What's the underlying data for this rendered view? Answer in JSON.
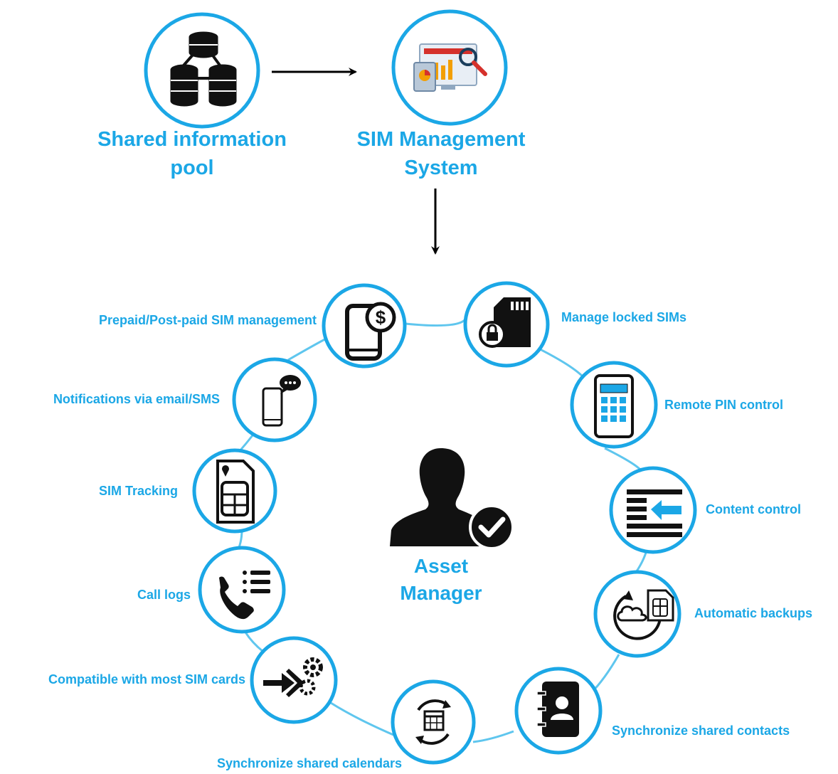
{
  "colors": {
    "accent": "#1ba7e6",
    "ring": "#5fc6ee",
    "icon": "#111111",
    "arrow": "#000000"
  },
  "top": {
    "pool": {
      "label": "Shared information pool",
      "line1": "Shared information",
      "line2": "pool",
      "icon": "database-network-icon"
    },
    "sim_system": {
      "label": "SIM Management System",
      "line1": "SIM Management",
      "line2": "System",
      "icon": "analytics-dashboard-icon"
    }
  },
  "center": {
    "line1": "Asset",
    "line2": "Manager",
    "icon": "verified-user-icon"
  },
  "features": [
    {
      "label": "Prepaid/Post-paid  SIM management",
      "icon": "phone-dollar-icon"
    },
    {
      "label": "Manage locked SIMs",
      "icon": "locked-sim-icon"
    },
    {
      "label": "Notifications via email/SMS",
      "icon": "phone-chat-icon"
    },
    {
      "label": "Remote PIN control",
      "icon": "phone-keypad-icon"
    },
    {
      "label": "SIM Tracking",
      "icon": "sim-location-icon"
    },
    {
      "label": "Content  control",
      "icon": "content-list-icon"
    },
    {
      "label": "Call logs",
      "icon": "call-log-icon"
    },
    {
      "label": "Automatic backups",
      "icon": "cloud-sim-backup-icon"
    },
    {
      "label": "Compatible with most SIM cards",
      "icon": "arrow-gears-icon"
    },
    {
      "label": "Synchronize shared contacts",
      "icon": "contacts-book-icon"
    },
    {
      "label": "Synchronize shared calendars",
      "icon": "calendar-sync-icon"
    }
  ]
}
